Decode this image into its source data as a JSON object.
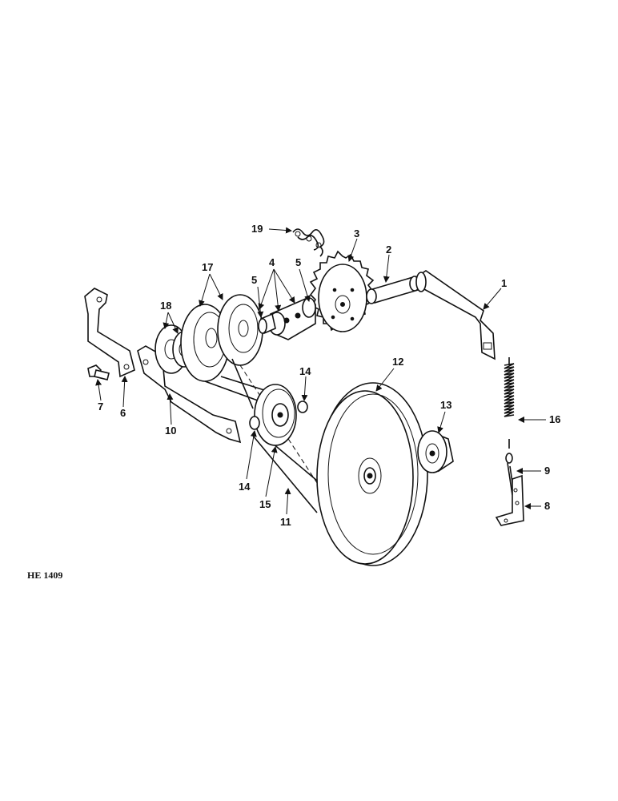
{
  "diagram_code": "HE 1409",
  "callouts": {
    "c1": "1",
    "c2": "2",
    "c3": "3",
    "c4": "4",
    "c5a": "5",
    "c5b": "5",
    "c6": "6",
    "c7": "7",
    "c8": "8",
    "c9": "9",
    "c10": "10",
    "c11": "11",
    "c12": "12",
    "c13": "13",
    "c14a": "14",
    "c14b": "14",
    "c15": "15",
    "c16": "16",
    "c17": "17",
    "c18": "18",
    "c19": "19"
  }
}
